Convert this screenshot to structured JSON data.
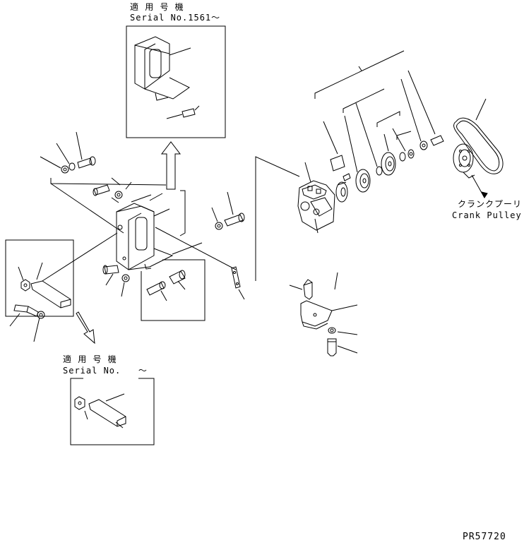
{
  "inset_top": {
    "applicable_label": "適 用 号 機",
    "serial_text": "Serial No.1561～"
  },
  "inset_bottom": {
    "applicable_label": "適 用 号 機",
    "serial_text": "Serial No.   ～"
  },
  "crank_pulley": {
    "jp_label": "クランクプーリ",
    "en_label": "Crank Pulley"
  },
  "figure_code": "PR57720"
}
